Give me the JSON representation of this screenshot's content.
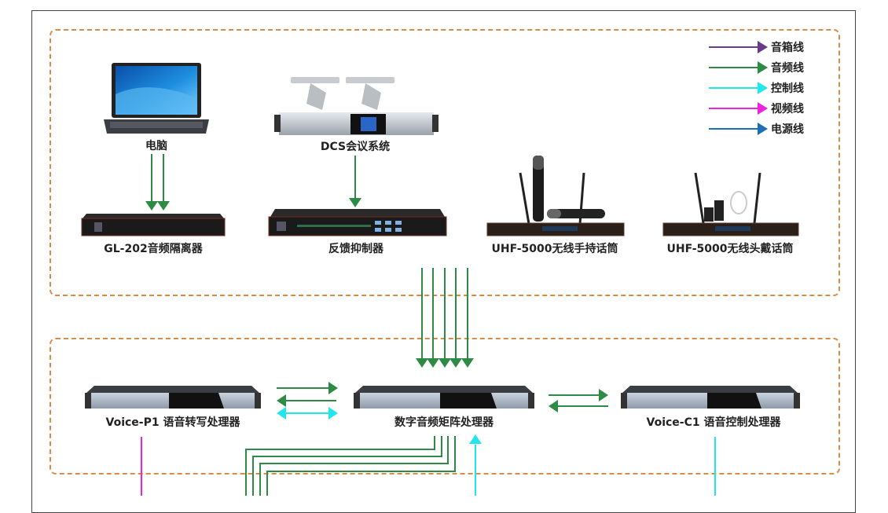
{
  "legend": [
    {
      "label": "音箱线",
      "color": "#6a3a8c"
    },
    {
      "label": "音频线",
      "color": "#2e8b45"
    },
    {
      "label": "控制线",
      "color": "#22e6ee"
    },
    {
      "label": "视频线",
      "color": "#ee22dd"
    },
    {
      "label": "电源线",
      "color": "#1e6fb5"
    }
  ],
  "devices": {
    "computer": {
      "label": "电脑"
    },
    "dcs": {
      "label": "DCS会议系统"
    },
    "isolator": {
      "label": "GL-202音频隔离器"
    },
    "feedback": {
      "label": "反馈抑制器"
    },
    "uhf_handheld": {
      "label": "UHF-5000无线手持话筒"
    },
    "uhf_headset": {
      "label": "UHF-5000无线头戴话筒"
    },
    "voice_p1": {
      "label": "Voice-P1 语音转写处理器"
    },
    "matrix": {
      "label": "数字音频矩阵处理器"
    },
    "voice_c1": {
      "label": "Voice-C1 语音控制处理器"
    }
  },
  "colors": {
    "zone_border": "#d98c4a",
    "audio": "#2e8b45",
    "control": "#22e6ee",
    "video": "#ee22dd"
  }
}
